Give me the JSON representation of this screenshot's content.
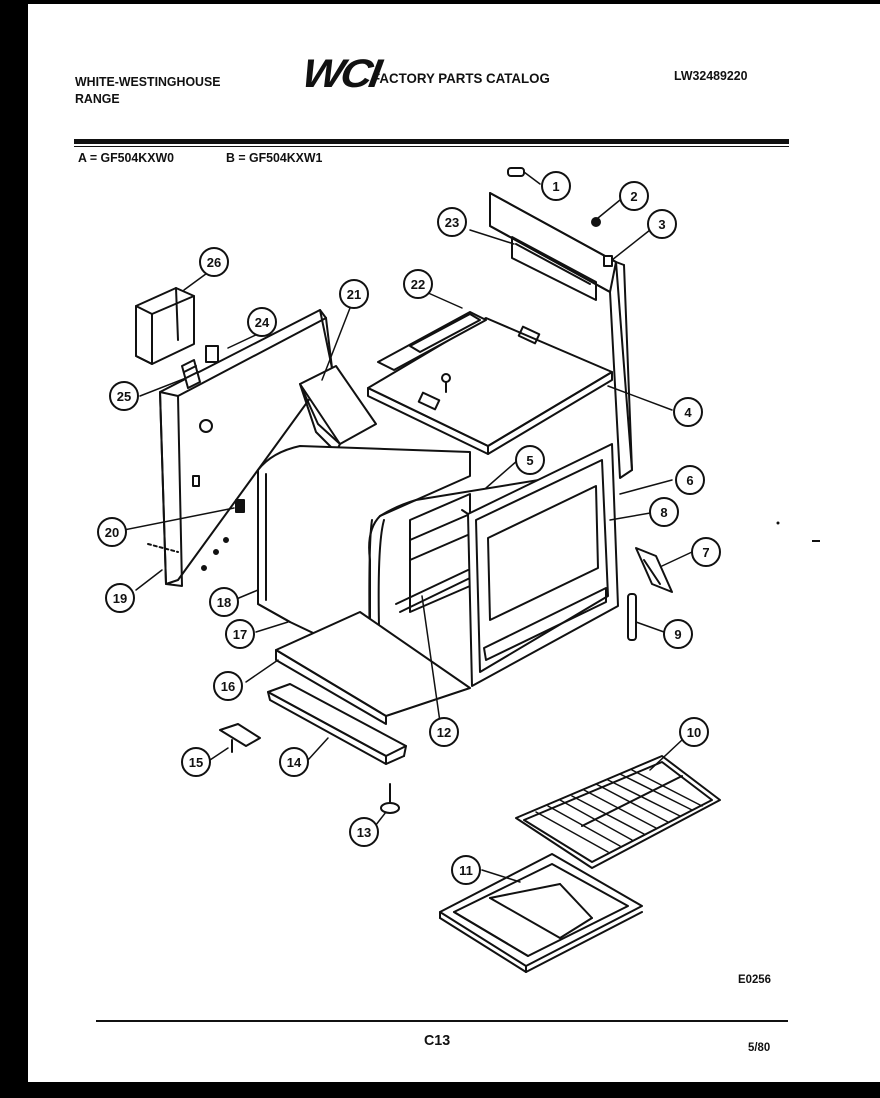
{
  "header": {
    "brand_line1": "WHITE-WESTINGHOUSE",
    "brand_line2": "RANGE",
    "logo_text": "WCI",
    "catalog_title": "FACTORY PARTS CATALOG",
    "doc_number": "LW32489220"
  },
  "models": {
    "a": "A = GF504KXW0",
    "b": "B = GF504KXW1"
  },
  "callouts": [
    "1",
    "2",
    "3",
    "4",
    "5",
    "6",
    "7",
    "8",
    "9",
    "10",
    "11",
    "12",
    "13",
    "14",
    "15",
    "16",
    "17",
    "18",
    "19",
    "20",
    "21",
    "22",
    "23",
    "24",
    "25",
    "26"
  ],
  "figure_code": "E0256",
  "footer": {
    "page": "C13",
    "date": "5/80"
  }
}
